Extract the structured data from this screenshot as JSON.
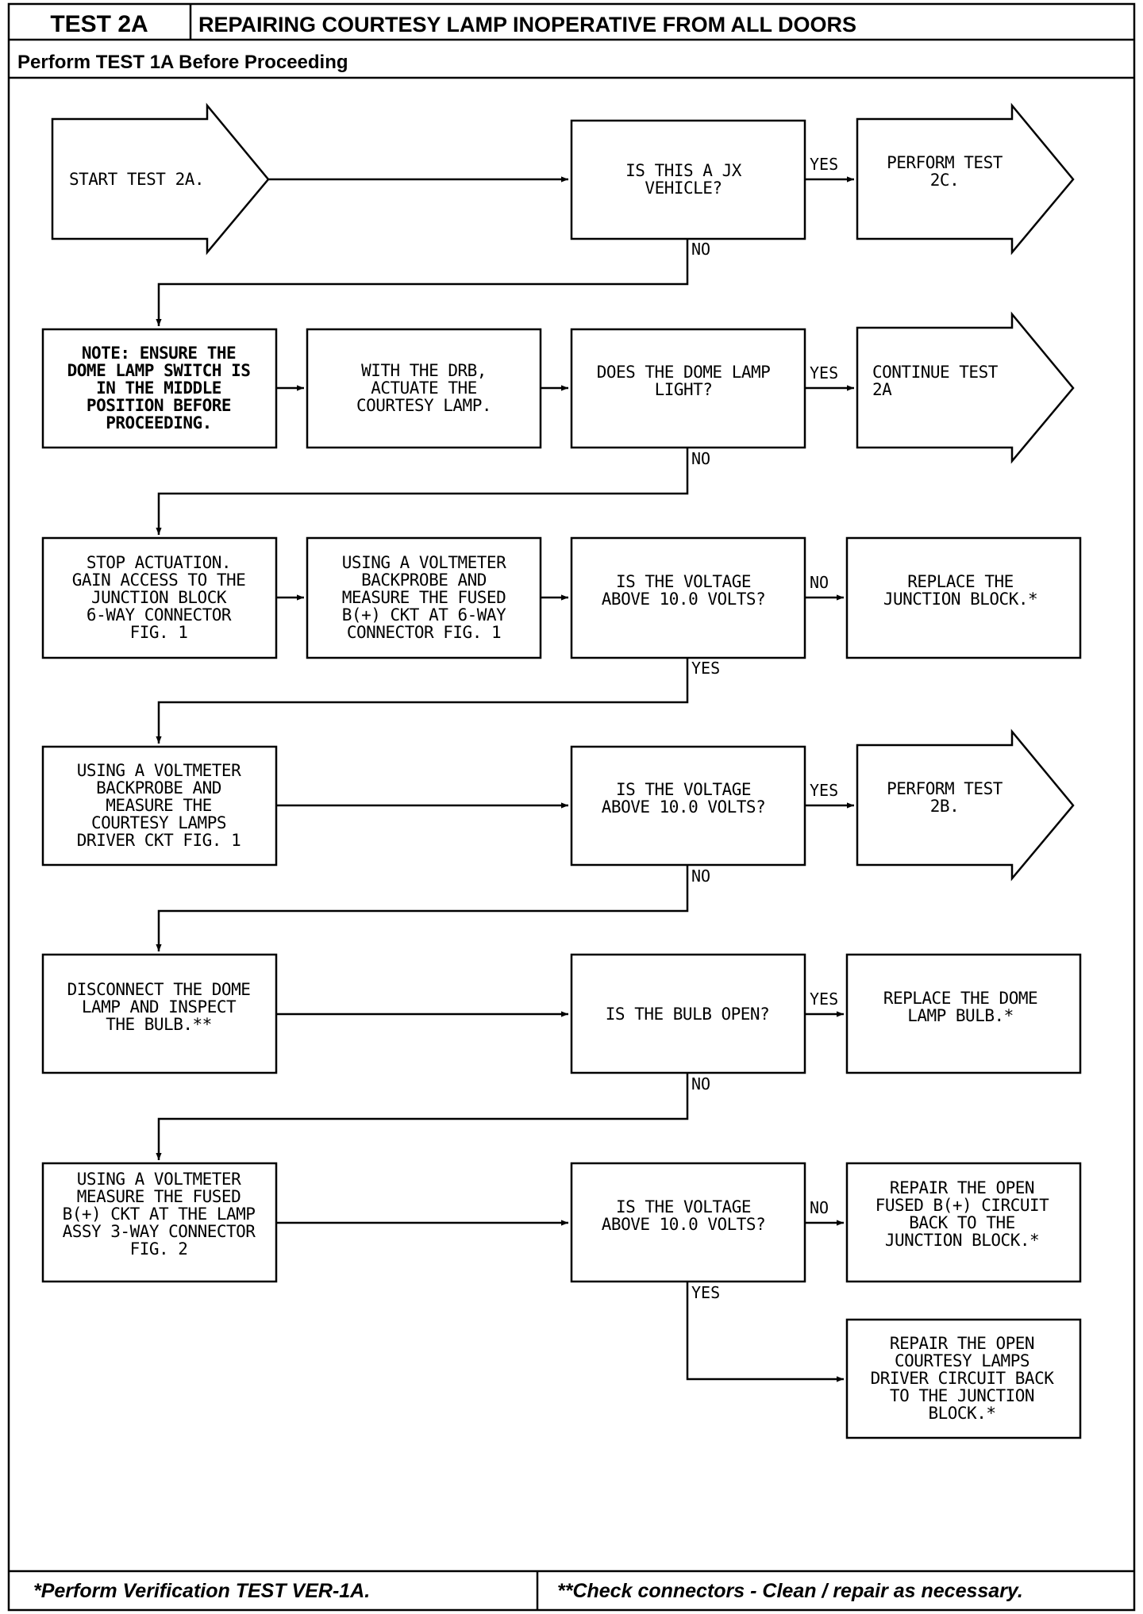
{
  "header": {
    "test_id": "TEST 2A",
    "title": "REPAIRING COURTESY LAMP INOPERATIVE FROM ALL DOORS",
    "prereq": "Perform TEST 1A Before Proceeding"
  },
  "footer": {
    "left": "*Perform Verification TEST VER-1A.",
    "right": "**Check connectors - Clean / repair as necessary."
  },
  "nodes": {
    "start": [
      "START TEST 2A."
    ],
    "q_jx": [
      "IS THIS A JX",
      "VEHICLE?"
    ],
    "perform_2c": [
      "PERFORM TEST",
      "2C."
    ],
    "note": [
      "NOTE: ENSURE THE",
      "DOME LAMP SWITCH IS",
      "IN THE MIDDLE",
      "POSITION BEFORE",
      "PROCEEDING."
    ],
    "actuate": [
      "WITH THE DRB,",
      "ACTUATE THE",
      "COURTESY LAMP."
    ],
    "q_dome_light": [
      "DOES THE DOME LAMP",
      "LIGHT?"
    ],
    "continue_2a": [
      "CONTINUE TEST",
      "2A"
    ],
    "stop_actuation": [
      "STOP ACTUATION.",
      "GAIN ACCESS TO THE",
      "JUNCTION BLOCK",
      "6-WAY CONNECTOR",
      "FIG. 1"
    ],
    "measure_fused": [
      "USING A VOLTMETER",
      "BACKPROBE AND",
      "MEASURE THE FUSED",
      "B(+) CKT AT 6-WAY",
      "CONNECTOR  FIG. 1"
    ],
    "q_voltage_1": [
      "IS THE VOLTAGE",
      "ABOVE 10.0 VOLTS?"
    ],
    "replace_jb": [
      "REPLACE THE",
      "JUNCTION BLOCK.*"
    ],
    "measure_driver": [
      "USING A VOLTMETER",
      "BACKPROBE AND",
      "MEASURE THE",
      "COURTESY LAMPS",
      "DRIVER CKT  FIG. 1"
    ],
    "q_voltage_2": [
      "IS THE VOLTAGE",
      "ABOVE 10.0 VOLTS?"
    ],
    "perform_2b": [
      "PERFORM TEST",
      "2B."
    ],
    "disconnect_dome": [
      "DISCONNECT THE DOME",
      "LAMP AND INSPECT",
      "THE BULB.**"
    ],
    "q_bulb_open": [
      "IS THE BULB OPEN?"
    ],
    "replace_bulb": [
      "REPLACE THE DOME",
      "LAMP BULB.*"
    ],
    "measure_lamp": [
      "USING A VOLTMETER",
      "MEASURE THE FUSED",
      "B(+) CKT AT THE LAMP",
      "ASSY 3-WAY CONNECTOR",
      "FIG. 2"
    ],
    "q_voltage_3": [
      "IS THE VOLTAGE",
      "ABOVE 10.0 VOLTS?"
    ],
    "repair_fused": [
      "REPAIR THE OPEN",
      "FUSED B(+) CIRCUIT",
      "BACK TO THE",
      "JUNCTION BLOCK.*"
    ],
    "repair_driver": [
      "REPAIR THE OPEN",
      "COURTESY LAMPS",
      "DRIVER CIRCUIT BACK",
      "TO THE JUNCTION",
      "BLOCK.*"
    ]
  },
  "edge_labels": {
    "yes": "YES",
    "no": "NO"
  }
}
